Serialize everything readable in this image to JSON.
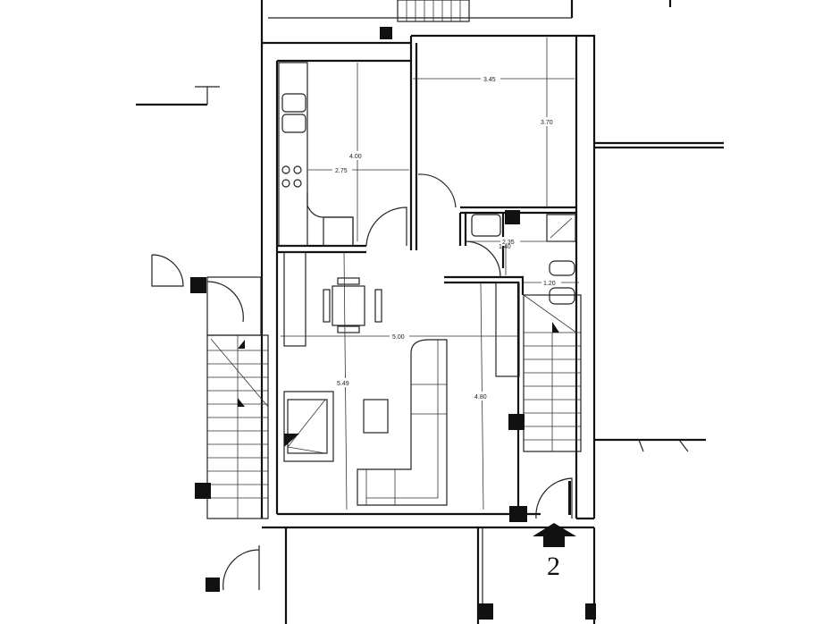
{
  "plan": {
    "dimensions": {
      "bedroom_width": "3.45",
      "bedroom_depth": "3.70",
      "kitchen_depth": "4.00",
      "kitchen_width": "2.75",
      "bath_width_a": "1.40",
      "bath_width_b": "2.35",
      "bath_depth": "1.20",
      "living_width": "5.00",
      "living_depth": "5.49",
      "hall_depth": "4.80"
    },
    "unit_number": "2"
  }
}
